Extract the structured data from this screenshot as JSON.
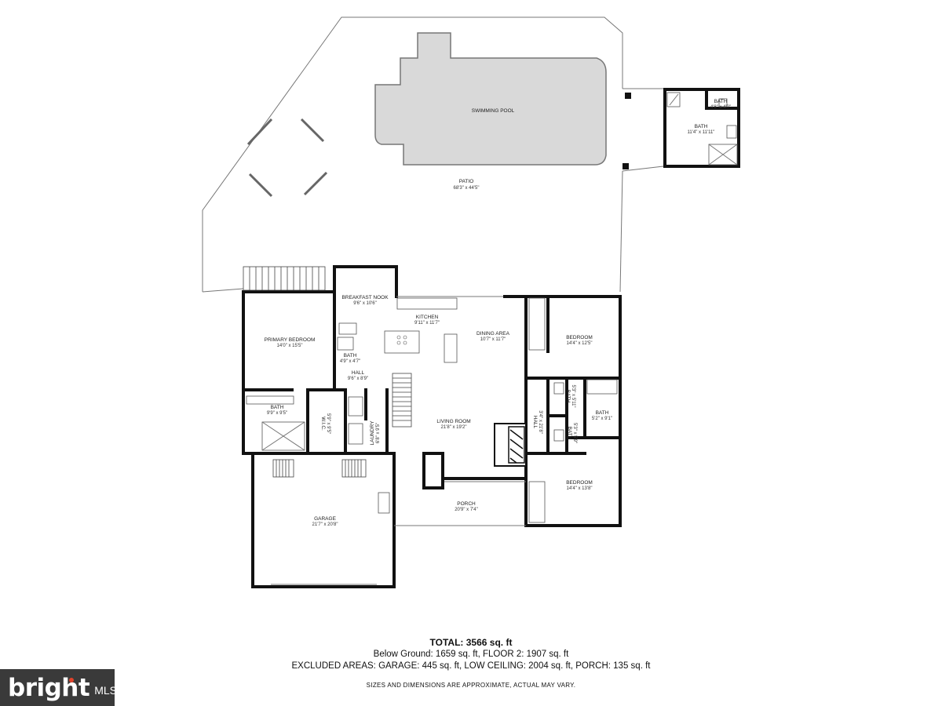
{
  "rooms": {
    "pool": {
      "label": "SWIMMING POOL"
    },
    "patio": {
      "label": "PATIO",
      "dim": "68'3\" x 44'5\""
    },
    "poolhouse_bath_small": {
      "label": "BATH",
      "dim": "4'8\" x 4'0\""
    },
    "poolhouse_bath": {
      "label": "BATH",
      "dim": "11'4\" x 11'11\""
    },
    "breakfast_nook": {
      "label": "BREAKFAST NOOK",
      "dim": "9'6\" x 10'6\""
    },
    "kitchen": {
      "label": "KITCHEN",
      "dim": "9'11\" x 11'7\""
    },
    "dining": {
      "label": "DINING AREA",
      "dim": "10'7\" x 11'7\""
    },
    "bedroom_upper": {
      "label": "BEDROOM",
      "dim": "14'4\" x 12'5\""
    },
    "primary_bedroom": {
      "label": "PRIMARY BEDROOM",
      "dim": "14'0\" x 15'5\""
    },
    "bath_small": {
      "label": "BATH",
      "dim": "4'9\" x 4'7\""
    },
    "hall_left": {
      "label": "HALL",
      "dim": "9'6\" x 8'9\""
    },
    "bath_right_top": {
      "label": "BATH",
      "dim": "5'3\" x 5'11\""
    },
    "bath_right_mid": {
      "label": "BATH",
      "dim": "5'2\" x 9'1\""
    },
    "bath_primary": {
      "label": "BATH",
      "dim": "9'9\" x 9'5\""
    },
    "wic": {
      "label": "W.I.C.",
      "dim": "5'9\" x 9'5\""
    },
    "laundry": {
      "label": "LAUNDRY",
      "dim": "6'8\" x 9'5\""
    },
    "living": {
      "label": "LIVING ROOM",
      "dim": "21'8\" x 19'2\""
    },
    "hall_right": {
      "label": "HALL",
      "dim": "3'4\" x 21'8\""
    },
    "bath_right_low": {
      "label": "BATH",
      "dim": "5'3\" x 5'9\""
    },
    "bedroom_lower": {
      "label": "BEDROOM",
      "dim": "14'4\" x 13'8\""
    },
    "porch": {
      "label": "PORCH",
      "dim": "20'9\" x 7'4\""
    },
    "garage": {
      "label": "GARAGE",
      "dim": "21'7\" x 20'8\""
    }
  },
  "totals": {
    "total": "TOTAL: 3566 sq. ft",
    "breakdown": "Below Ground: 1659 sq. ft, FLOOR 2: 1907 sq. ft",
    "excluded": "EXCLUDED AREAS: GARAGE: 445 sq. ft, LOW CEILING: 2004 sq. ft, PORCH: 135 sq. ft"
  },
  "disclaimer": "SIZES AND DIMENSIONS ARE APPROXIMATE, ACTUAL MAY VARY.",
  "logo": {
    "brand": "bright",
    "suffix": "MLS"
  },
  "colors": {
    "wall": "#111111",
    "pool": "#d9d9d9",
    "logo_bg": "#3a3a3a",
    "logo_accent": "#e2422a"
  }
}
